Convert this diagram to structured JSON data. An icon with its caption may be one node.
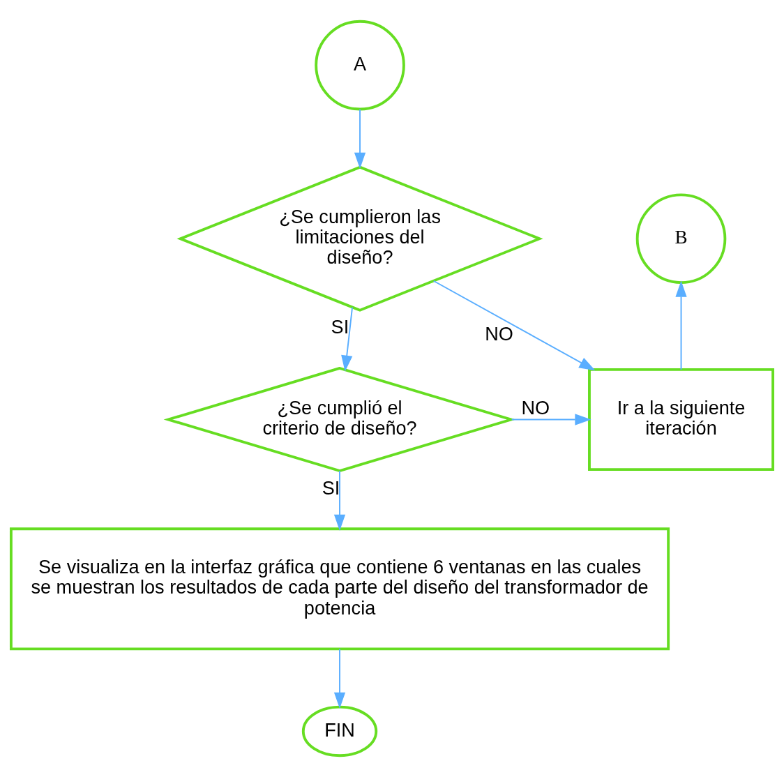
{
  "diagram": {
    "nodes": [
      {
        "text": [
          "A"
        ]
      },
      {
        "text": [
          "¿Se cumplieron las limitaciones del diseño?"
        ]
      },
      {
        "text": [
          "Ir a la siguiente iteración"
        ]
      },
      {
        "text": [
          "B"
        ]
      },
      {
        "text": [
          "¿Se cumplió el criterio de diseño?"
        ]
      },
      {
        "text": [
          "Se visualiza en la interfaz gráfica que contiene 6 ventanas en las cuales se muestran los resultados de cada parte del diseño del transformador de potencia"
        ]
      },
      {
        "text": [
          "FIN"
        ]
      }
    ],
    "edges": [
      {
        "from": 0,
        "to": 1,
        "arrow": "to"
      },
      {
        "from": 1,
        "to": 2,
        "arrow": "to",
        "label": "NO"
      },
      {
        "from": 2,
        "to": 3,
        "arrow": "to"
      },
      {
        "from": 1,
        "to": 4,
        "arrow": "to",
        "label": "SI"
      },
      {
        "from": 4,
        "to": 2,
        "arrow": "to",
        "label": "NO"
      },
      {
        "from": 4,
        "to": 5,
        "arrow": "to",
        "label": "SI"
      },
      {
        "from": 5,
        "to": 6,
        "arrow": "to"
      }
    ]
  }
}
